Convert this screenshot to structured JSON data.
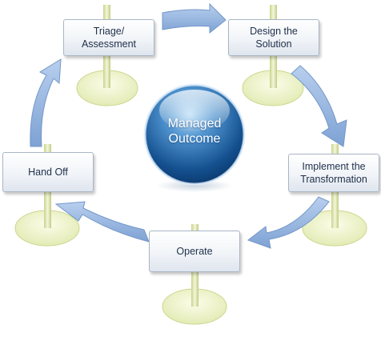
{
  "center": {
    "line1": "Managed",
    "line2": "Outcome"
  },
  "stages": [
    {
      "line1": "Triage/",
      "line2": "Assessment"
    },
    {
      "line1": "Design the",
      "line2": "Solution"
    },
    {
      "line1": "Implement the",
      "line2": "Transformation"
    },
    {
      "line1": "Operate",
      "line2": ""
    },
    {
      "line1": "Hand Off",
      "line2": ""
    }
  ],
  "colors": {
    "arrow": "#8fb0dc",
    "arrow_edge": "#6f93c4",
    "base": "#e7eebf",
    "base_edge": "#c9d48c",
    "pole": "#d8e0a0",
    "sphere_light": "#8fc4ec",
    "sphere_dark": "#0d3f7a"
  }
}
